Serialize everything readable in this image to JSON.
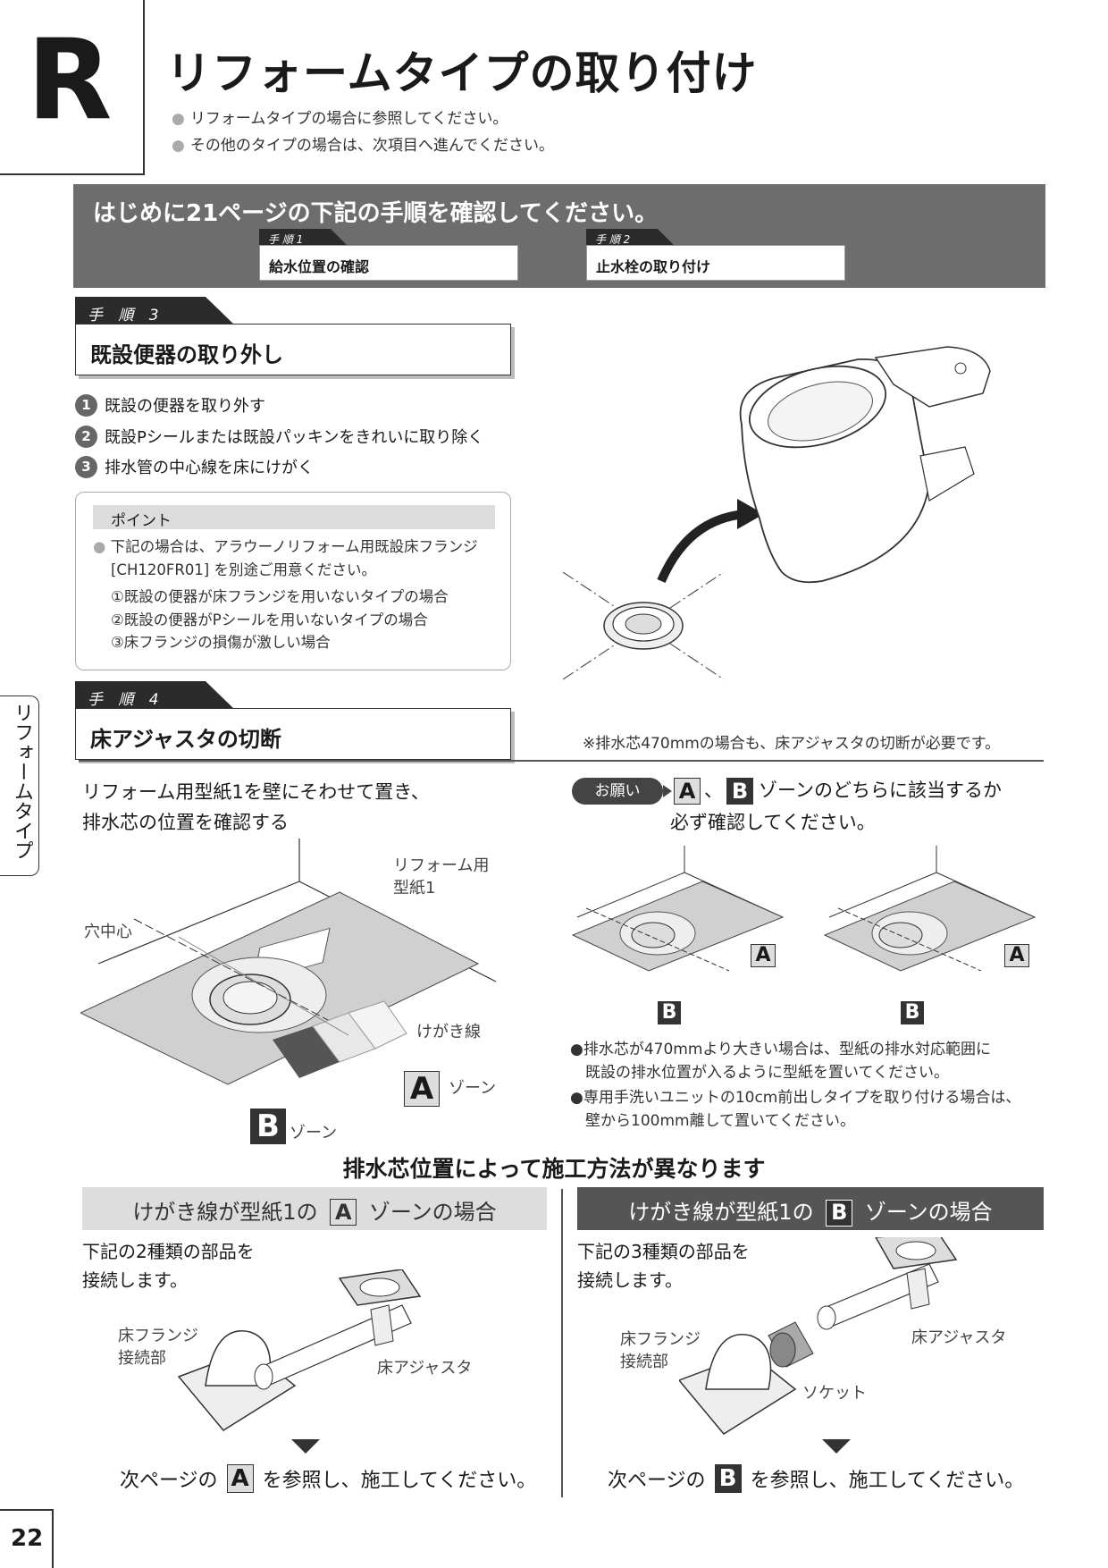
{
  "header": {
    "section_letter": "R",
    "title": "リフォームタイプの取り付け",
    "bullets": [
      "リフォームタイプの場合に参照してください。",
      "その他のタイプの場合は、次項目へ進んでください。"
    ]
  },
  "banner": {
    "title": "はじめに21ページの下記の手順を確認してください。",
    "steps": [
      {
        "tag": "手 順 1",
        "label": "給水位置の確認"
      },
      {
        "tag": "手 順 2",
        "label": "止水栓の取り付け"
      }
    ]
  },
  "step3": {
    "tag": "手 順 3",
    "title": "既設便器の取り外し",
    "items": [
      {
        "num": "1",
        "text": "既設の便器を取り外す"
      },
      {
        "num": "2",
        "text": "既設Pシールまたは既設パッキンをきれいに取り除く"
      },
      {
        "num": "3",
        "text": "排水管の中心線を床にけがく"
      }
    ],
    "point": {
      "heading": "ポイント",
      "lines": [
        "下記の場合は、アラウーノリフォーム用既設床フランジ",
        "[CH120FR01] を別途ご用意ください。",
        "①既設の便器が床フランジを用いないタイプの場合",
        "②既設の便器がPシールを用いないタイプの場合",
        "③床フランジの損傷が激しい場合"
      ]
    }
  },
  "step4": {
    "tag": "手 順 4",
    "title": "床アジャスタの切断",
    "note": "※排水芯470mmの場合も、床アジャスタの切断が必要です。",
    "left_text": [
      "リフォーム用型紙1を壁にそわせて置き、",
      "排水芯の位置を確認する"
    ],
    "labels": {
      "template": [
        "リフォーム用",
        "型紙1"
      ],
      "hole_center": "穴中心",
      "scribe_line": "けがき線",
      "zone_a": "A",
      "zone_b": "B",
      "zone_word": "ゾーン"
    },
    "request": {
      "badge": "お願い",
      "line1_sep": "、",
      "line1_rest": "ゾーンのどちらに該当するか",
      "line2": "必ず確認してください。"
    },
    "notes": [
      [
        "●排水芯が470mmより大きい場合は、型紙の排水対応範囲に",
        "既設の排水位置が入るように型紙を置いてください。"
      ],
      [
        "●専用手洗いユニットの10cm前出しタイプを取り付ける場合は、",
        "壁から100mm離して置いてください。"
      ]
    ]
  },
  "methods": {
    "heading": "排水芯位置によって施工方法が異なります",
    "zone_a": {
      "head_pre": "けがき線が型紙1の",
      "head_post": "ゾーンの場合",
      "desc": [
        "下記の2種類の部品を",
        "接続します。"
      ],
      "part_labels": {
        "flange": [
          "床フランジ",
          "接続部"
        ],
        "adjuster": "床アジャスタ"
      },
      "ref_pre": "次ページの",
      "ref_post": "を参照し、施工してください。"
    },
    "zone_b": {
      "head_pre": "けがき線が型紙1の",
      "head_post": "ゾーンの場合",
      "desc": [
        "下記の3種類の部品を",
        "接続します。"
      ],
      "part_labels": {
        "flange": [
          "床フランジ",
          "接続部"
        ],
        "adjuster": "床アジャスタ",
        "socket": "ソケット"
      },
      "ref_pre": "次ページの",
      "ref_post": "を参照し、施工してください。"
    }
  },
  "side_tab": "リフォームタイプ",
  "page_number": "22"
}
